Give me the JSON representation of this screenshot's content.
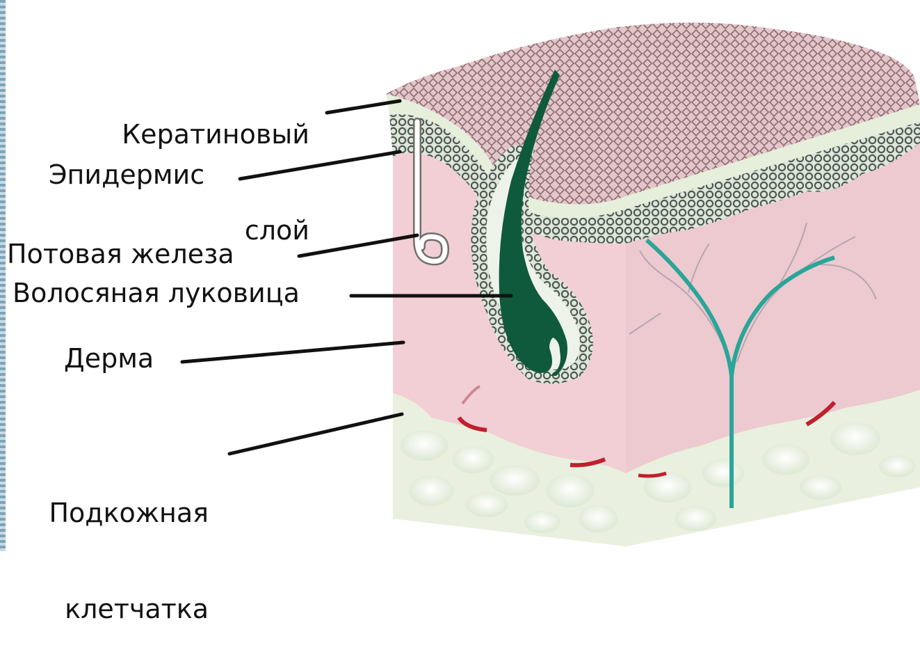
{
  "labels": {
    "keratin_line1": "Кератиновый",
    "keratin_line2": "слой",
    "epidermis": "Эпидермис",
    "sweat_gland": "Потовая железа",
    "hair_bulb": "Волосяная луковица",
    "dermis": "Дерма",
    "subcutis_line1": "Подкожная",
    "subcutis_line2": "клетчатка"
  },
  "colors": {
    "keratin": "#ddb9bd",
    "keratin_edge": "#e6efdc",
    "epidermis": "#5f6b60",
    "dermis_front": "#f2cfd4",
    "dermis_side": "#eccad0",
    "hair": "#0f5a3c",
    "vessel": "#2aa598",
    "fat": "#e9f0df",
    "blood": "#c0202f",
    "leader": "#111111"
  }
}
